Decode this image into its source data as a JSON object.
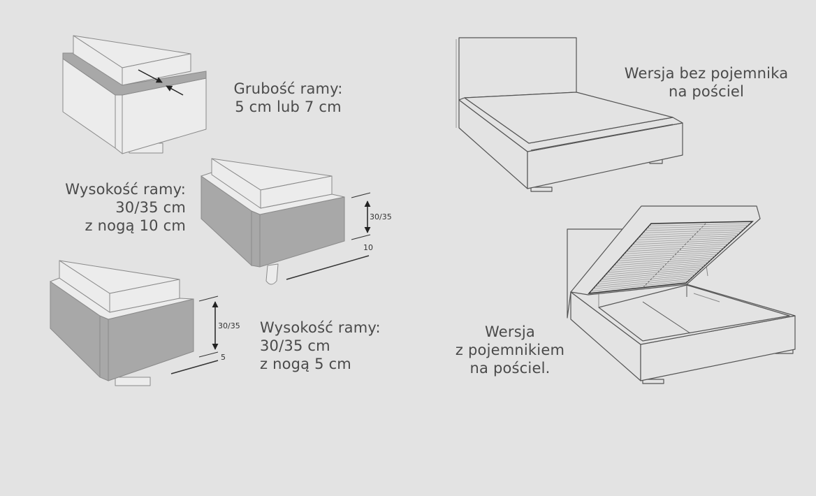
{
  "frame_thickness": {
    "title": "Grubość ramy:",
    "value": "5 cm lub 7 cm"
  },
  "frame_height_leg10": {
    "title": "Wysokość ramy:",
    "value": "30/35 cm",
    "note": "z nogą 10 cm",
    "dim_height": "30/35",
    "dim_leg": "10"
  },
  "frame_height_leg5": {
    "title": "Wysokość ramy:",
    "value": "30/35 cm",
    "note": "z nogą 5 cm",
    "dim_height": "30/35",
    "dim_leg": "5"
  },
  "bed_without_storage": {
    "line1": "Wersja bez pojemnika",
    "line2": "na pościel"
  },
  "bed_with_storage": {
    "line1": "Wersja",
    "line2": "z pojemnikiem",
    "line3": "na pościel."
  }
}
